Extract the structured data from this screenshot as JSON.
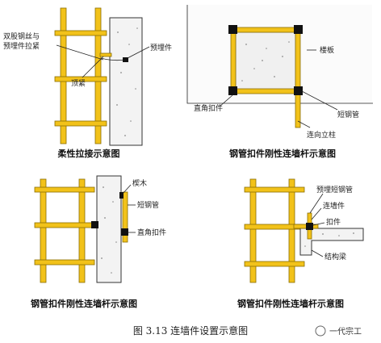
{
  "panels": {
    "p1": {
      "caption": "柔性拉接示意图",
      "labels": {
        "wire_line1": "双股钢丝与",
        "wire_line2": "预埋件拉紧",
        "embed": "预埋件",
        "brace": "顶紧"
      }
    },
    "p2": {
      "caption": "钢管扣件刚性连墙杆示意图",
      "labels": {
        "slab": "楼板",
        "short_pipe": "短钢管",
        "right_clamp": "直角扣件",
        "column": "连向立柱"
      }
    },
    "p3": {
      "caption": "钢管扣件刚性连墙杆示意图",
      "labels": {
        "wood": "楔木",
        "short_pipe": "短钢管",
        "right_clamp": "直角扣件"
      }
    },
    "p4": {
      "caption": "钢管扣件刚性连墙杆示意图",
      "labels": {
        "embed_pipe": "预埋短钢管",
        "wall_tie": "连墙件",
        "clamp": "扣件",
        "beam": "结构梁"
      }
    }
  },
  "figure_caption": "图 3.13 连墙件设置示意图",
  "watermark": "一代宗工",
  "colors": {
    "pipe": "#f2c21a",
    "clamp": "#111111"
  }
}
